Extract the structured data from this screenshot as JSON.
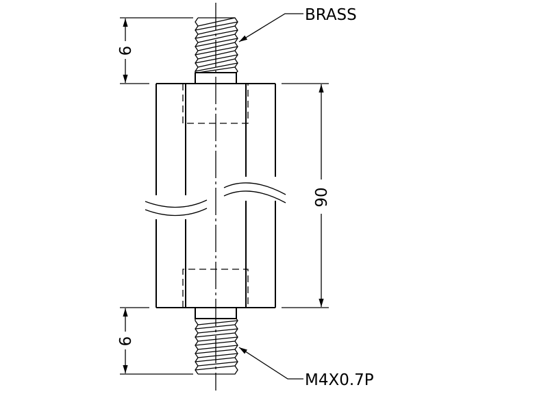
{
  "drawing": {
    "material_label": "BRASS",
    "thread_label": "M4X0.7P",
    "dim_top_stud": "6",
    "dim_bottom_stud": "6",
    "dim_body_length": "90"
  }
}
